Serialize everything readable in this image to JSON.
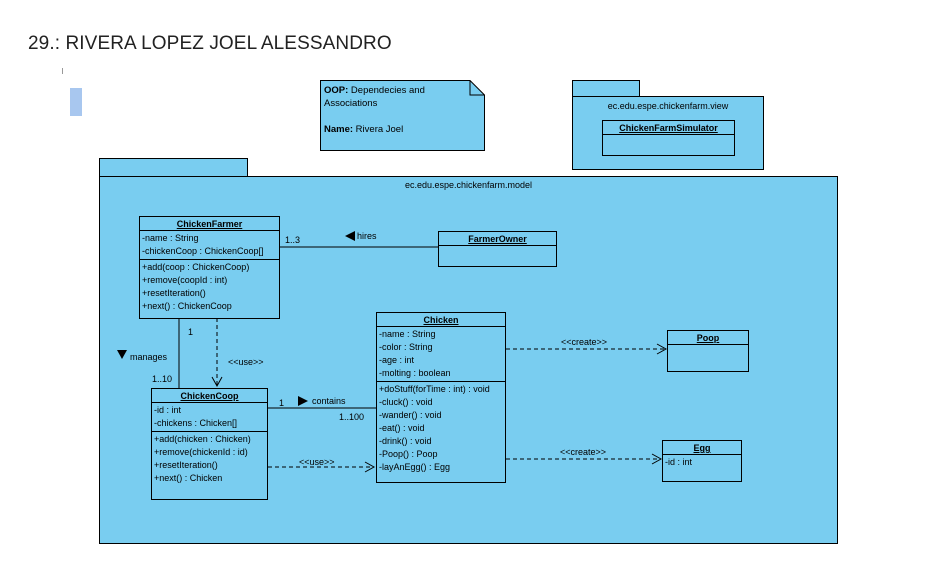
{
  "title": "29.: RIVERA LOPEZ JOEL ALESSANDRO",
  "note": {
    "oop_label": "OOP:",
    "oop_text": " Dependecies and",
    "oop_text2": "Associations",
    "name_label": "Name:",
    "name_text": " Rivera Joel"
  },
  "view_package": {
    "name": "ec.edu.espe.chickenfarm.view",
    "class_name": "ChickenFarmSimulator"
  },
  "model_package": {
    "name": "ec.edu.espe.chickenfarm.model"
  },
  "classes": {
    "chicken_farmer": {
      "name": "ChickenFarmer",
      "attributes": [
        "-name : String",
        "-chickenCoop : ChickenCoop[]"
      ],
      "operations": [
        "+add(coop : ChickenCoop)",
        "+remove(coopId : int)",
        "+resetIteration()",
        "+next() : ChickenCoop"
      ]
    },
    "farmer_owner": {
      "name": "FarmerOwner"
    },
    "chicken_coop": {
      "name": "ChickenCoop",
      "attributes": [
        "-id : int",
        "-chickens : Chicken[]"
      ],
      "operations": [
        "+add(chicken : Chicken)",
        "+remove(chickenId : id)",
        "+resetIteration()",
        "+next() : Chicken"
      ]
    },
    "chicken": {
      "name": "Chicken",
      "attributes": [
        "-name : String",
        "-color : String",
        "-age : int",
        "-molting : boolean"
      ],
      "operations": [
        "+doStuff(forTime : int) : void",
        "-cluck() : void",
        "-wander() : void",
        "-eat() : void",
        "-drink() : void",
        "-Poop() : Poop",
        "-layAnEgg() : Egg"
      ]
    },
    "poop": {
      "name": "Poop"
    },
    "egg": {
      "name": "Egg",
      "attributes": [
        "-id : int"
      ]
    }
  },
  "relations": {
    "hires_label": "hires",
    "hires_mult": "1..3",
    "manages_label": "manages",
    "manages_mult_top": "1",
    "manages_mult_bottom": "1..10",
    "contains_label": "contains",
    "contains_mult_left": "1",
    "contains_mult_right": "1..100",
    "use_label_1": "<<use>>",
    "use_label_2": "<<use>>",
    "create_label_1": "<<create>>",
    "create_label_2": "<<create>>"
  }
}
